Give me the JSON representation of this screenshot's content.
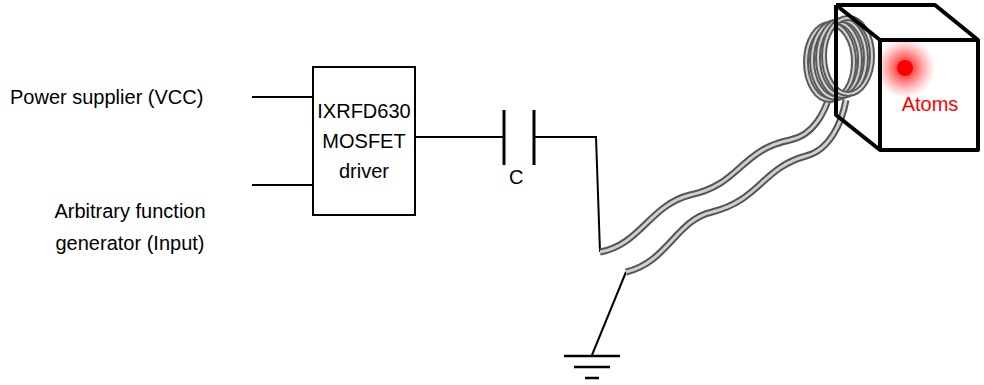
{
  "diagram": {
    "nodes": [
      {
        "text": [
          "IXRFD630 MOSFET driver"
        ]
      },
      {
        "text": [
          "Atoms"
        ]
      }
    ],
    "labels": [
      "Power supplier (VCC)",
      "Arbitrary function generator (Input)",
      "C"
    ]
  }
}
